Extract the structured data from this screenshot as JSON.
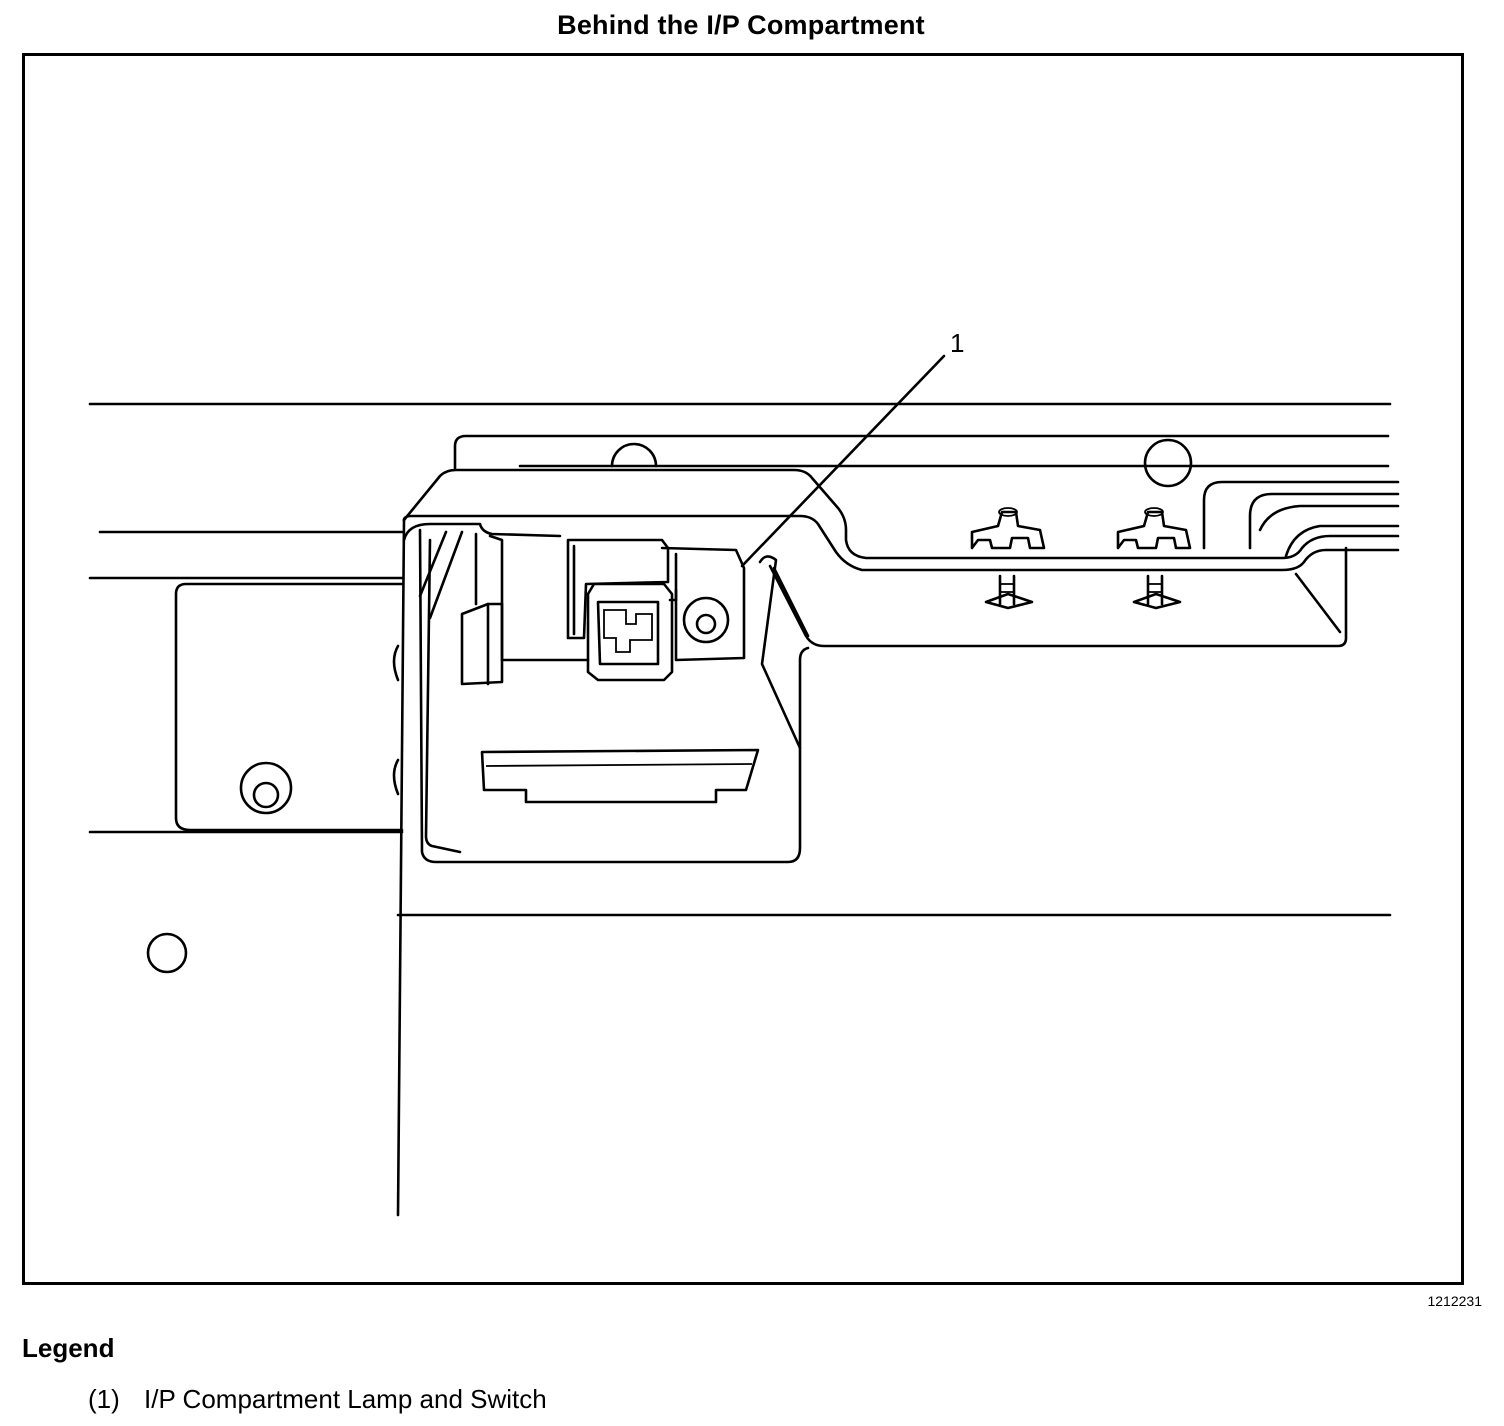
{
  "title": "Behind the I/P Compartment",
  "figure_id": "1212231",
  "callouts": [
    {
      "number": "1"
    }
  ],
  "legend": {
    "heading": "Legend",
    "items": [
      {
        "number": "(1)",
        "label": "I/P Compartment Lamp and Switch"
      }
    ]
  }
}
